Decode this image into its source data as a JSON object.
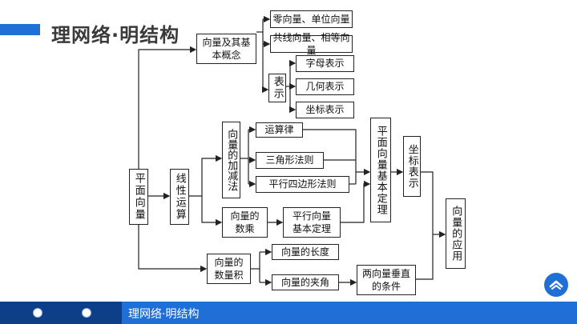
{
  "header": {
    "title": "理网络·明结构"
  },
  "nodes": {
    "pingmian_xiangliang": "平面向量",
    "jiben_gainian": "向量及其基本概念",
    "ling_danwei": "零向量、单位向量",
    "gongxian_xiangdeng": "共线向量、相等向量",
    "biaoshi": "表示",
    "zimu_biaoshi": "字母表示",
    "jihe_biaoshi": "几何表示",
    "zuobiao_biaoshi": "坐标表示",
    "xianxing_yunsuan": "线性运算",
    "jiajian_fa": "向量的加减法",
    "yunsuan_lv": "运算律",
    "sanjiaoxing": "三角形法则",
    "pingxing_sibianxing": "平行四边形法则",
    "shucheng": "向量的数乘",
    "pingxing_dingli": "平行向量基本定理",
    "jiben_dingli": "平面向量基本定理",
    "zuobiao_biaoshi2": "坐标表示",
    "yingyong": "向量的应用",
    "shuliangji": "向量的数量积",
    "changdu": "向量的长度",
    "jiajiao": "向量的夹角",
    "chuizhi": "两向量垂直的条件"
  },
  "footer": {
    "text": "理网络·明结构"
  },
  "colors": {
    "accent": "#1f6fd6",
    "accent_dark": "#0d3f88"
  },
  "icons": {
    "scroll_top": "chevron-up-icon"
  }
}
